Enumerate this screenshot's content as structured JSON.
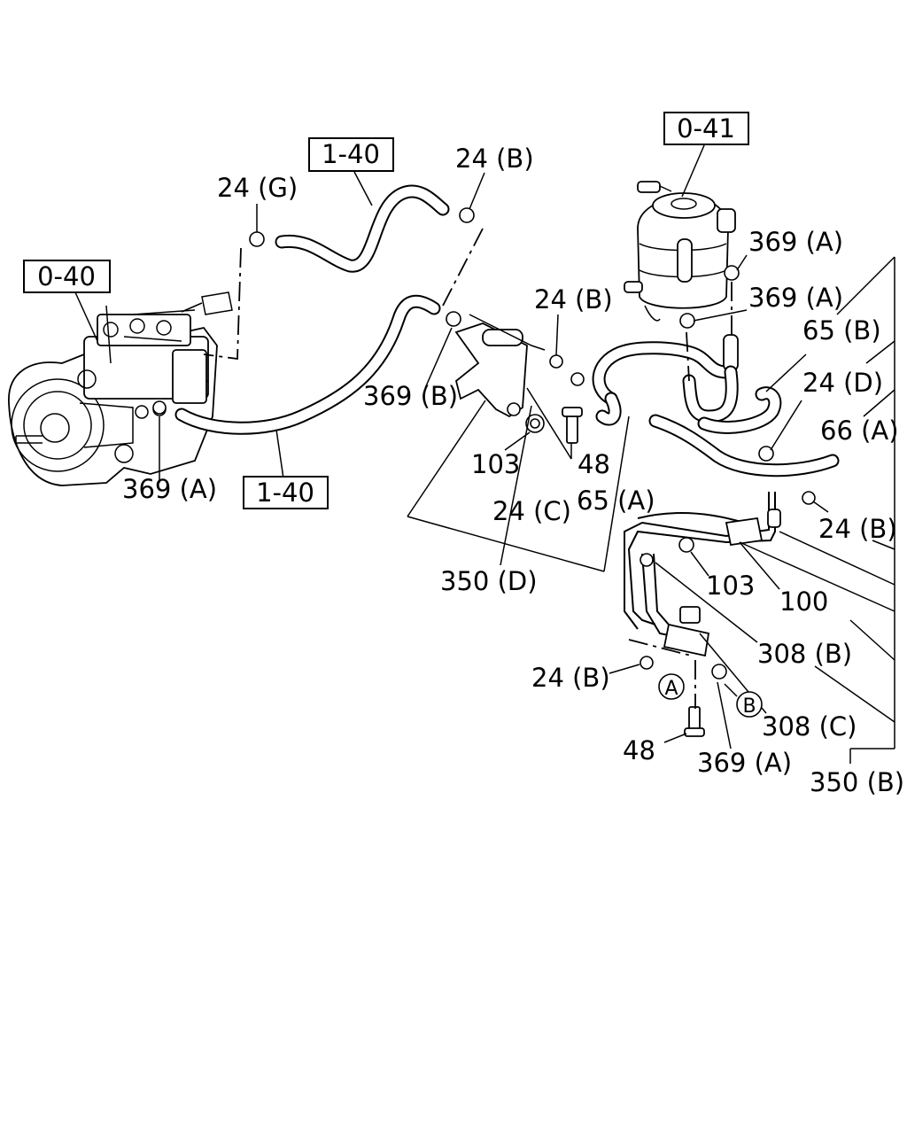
{
  "refs": {
    "ref_0_40": "0-40",
    "ref_0_41": "0-41",
    "ref_1_40_top": "1-40",
    "ref_1_40_bottom": "1-40"
  },
  "labels": {
    "l_24g": "24 (G)",
    "l_24b_top": "24 (B)",
    "l_369a_1": "369 (A)",
    "l_369a_2": "369 (A)",
    "l_65b": "65 (B)",
    "l_24d": "24 (D)",
    "l_66a": "66 (A)",
    "l_24b_mid": "24 (B)",
    "l_369b": "369 (B)",
    "l_103_left": "103",
    "l_48_mid": "48",
    "l_24c": "24 (C)",
    "l_65a": "65 (A)",
    "l_369a_left": "369 (A)",
    "l_24b_right": "24 (B)",
    "l_350d": "350 (D)",
    "l_103_right": "103",
    "l_100": "100",
    "l_308b": "308 (B)",
    "l_24b_low": "24 (B)",
    "l_308c": "308 (C)",
    "l_48_low": "48",
    "l_369a_low": "369 (A)",
    "l_350b": "350 (B)"
  },
  "markers": {
    "marker_a": "A",
    "marker_b": "B"
  }
}
